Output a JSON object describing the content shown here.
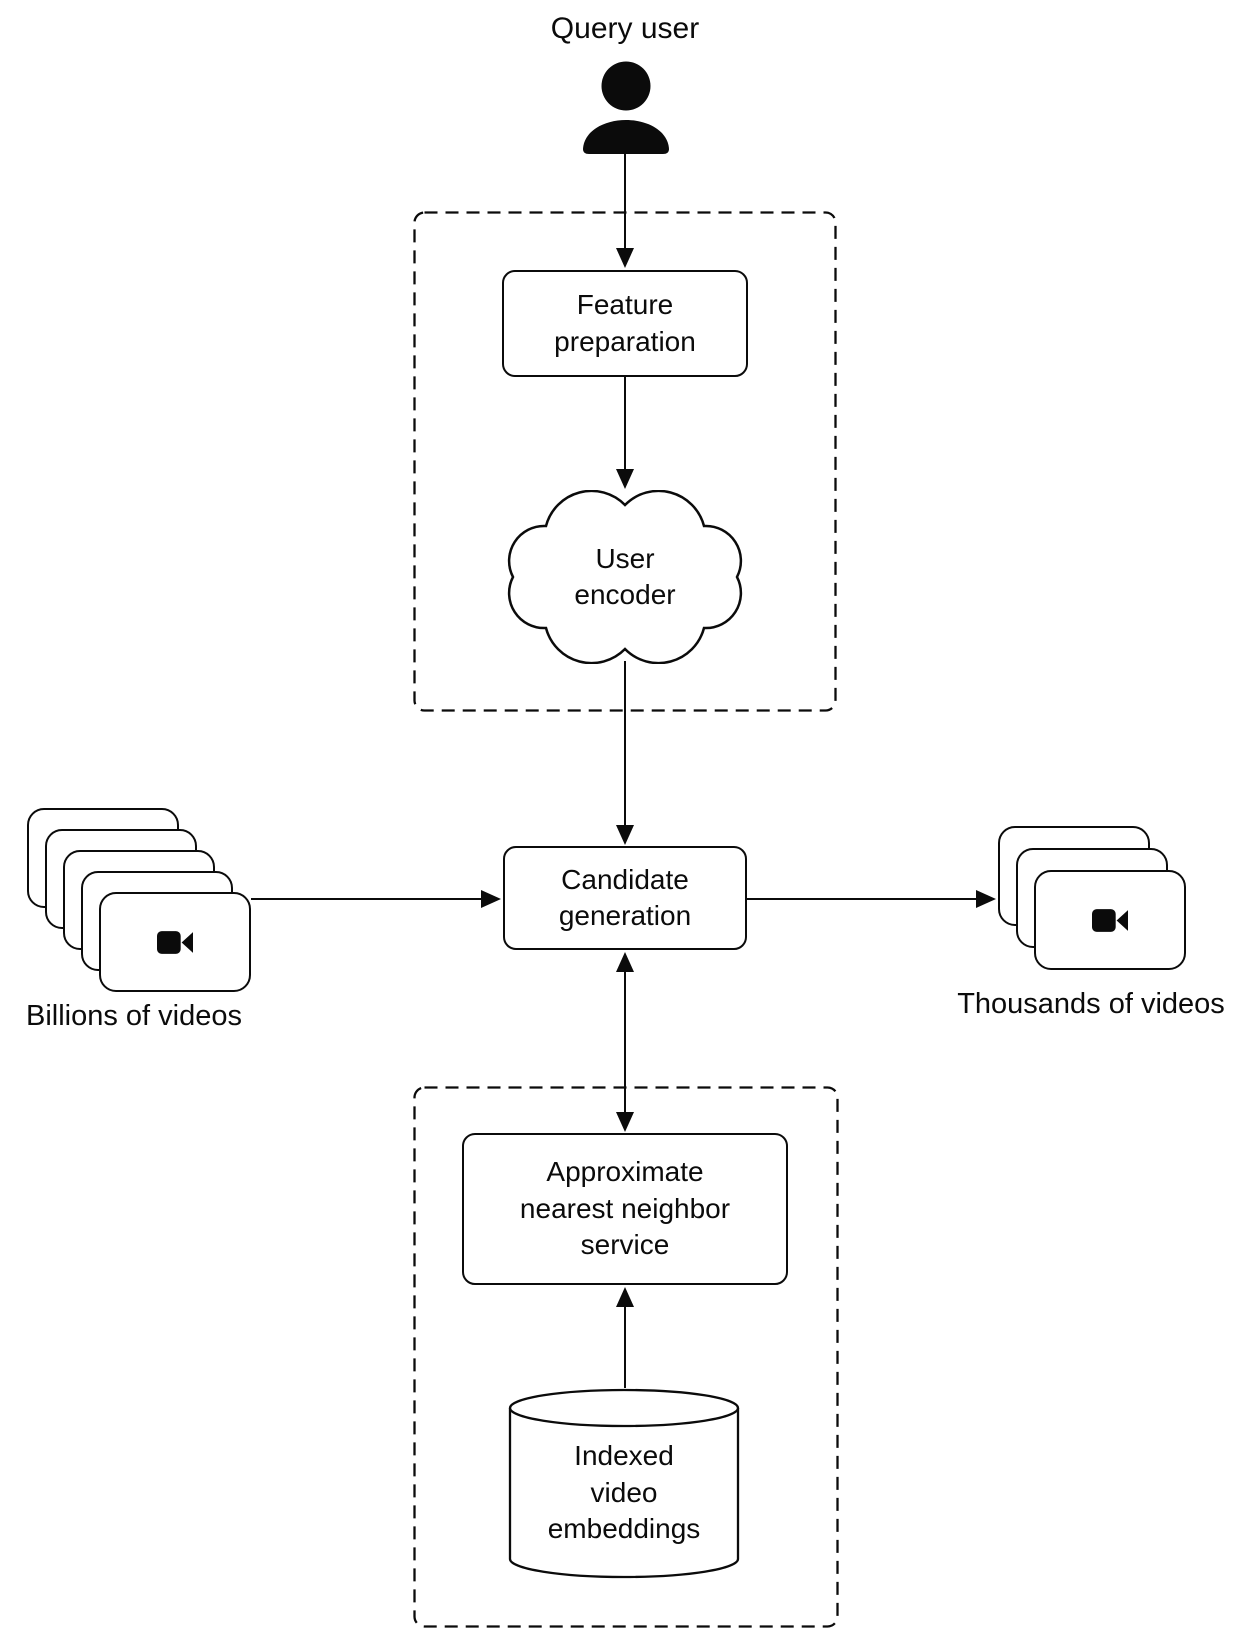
{
  "colors": {
    "ink": "#0b0b0b",
    "background": "#ffffff"
  },
  "query_user": {
    "label": "Query user",
    "icon": "person-icon"
  },
  "nodes": {
    "feature_preparation": {
      "label": "Feature preparation",
      "shape": "rounded-rect"
    },
    "user_encoder": {
      "label": "User encoder",
      "shape": "cloud"
    },
    "candidate_generation": {
      "label": "Candidate generation",
      "shape": "rounded-rect"
    },
    "ann_service": {
      "label": "Approximate nearest neighbor service",
      "shape": "rounded-rect"
    },
    "indexed_embeddings": {
      "label": "Indexed video embeddings",
      "shape": "cylinder"
    }
  },
  "inputs": {
    "label": "Billions of videos",
    "card_count": 5,
    "icon": "video-camera-icon"
  },
  "outputs": {
    "label": "Thousands of videos",
    "card_count": 3,
    "icon": "video-camera-icon"
  },
  "flows": [
    "query-user to feature-preparation",
    "feature-preparation to user-encoder",
    "user-encoder to candidate-generation",
    "billions-of-videos to candidate-generation",
    "candidate-generation to thousands-of-videos",
    "candidate-generation to-and-from ann-service",
    "indexed-embeddings to ann-service"
  ]
}
